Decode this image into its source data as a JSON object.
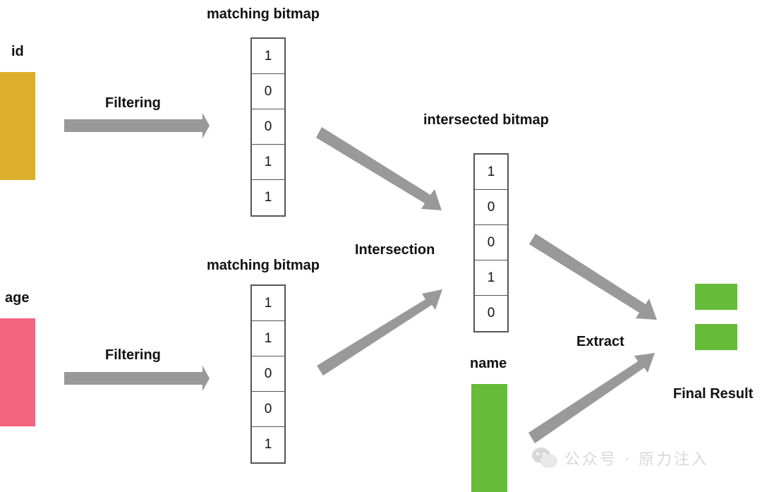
{
  "colors": {
    "id_column": "#DCAE2A",
    "age_column": "#F2647E",
    "name_column": "#66BB38",
    "result": "#66BB38",
    "arrow": "#999999",
    "border": "#555555"
  },
  "columns": {
    "id_label": "id",
    "age_label": "age",
    "name_label": "name"
  },
  "operations": {
    "filter_top": "Filtering",
    "filter_bottom": "Filtering",
    "intersection": "Intersection",
    "extract": "Extract"
  },
  "bitmaps": {
    "top": {
      "title": "matching bitmap",
      "bits": [
        "1",
        "0",
        "0",
        "1",
        "1"
      ]
    },
    "bottom": {
      "title": "matching bitmap",
      "bits": [
        "1",
        "1",
        "0",
        "0",
        "1"
      ]
    },
    "intersected": {
      "title": "intersected bitmap",
      "bits": [
        "1",
        "0",
        "0",
        "1",
        "0"
      ]
    }
  },
  "result": {
    "label": "Final Result",
    "rows": 2
  },
  "watermark": {
    "icon": "wechat-icon",
    "text": "公众号 · 原力注入"
  }
}
